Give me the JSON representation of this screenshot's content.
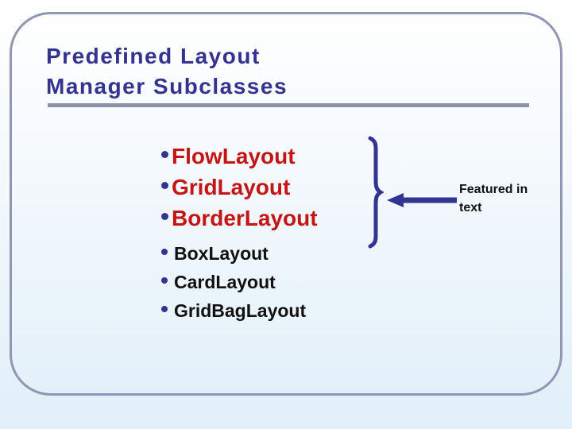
{
  "slide": {
    "title": {
      "line1": "Predefined Layout",
      "line2": "Manager Subclasses"
    },
    "featured_items": [
      {
        "label": "FlowLayout"
      },
      {
        "label": "GridLayout"
      },
      {
        "label": "BorderLayout"
      }
    ],
    "other_items": [
      {
        "label": "BoxLayout"
      },
      {
        "label": "CardLayout"
      },
      {
        "label": "GridBagLayout"
      }
    ],
    "callout": {
      "text": "Featured in text"
    },
    "colors": {
      "title_color": "#333391",
      "featured_color": "#c41414",
      "other_color": "#111111",
      "bullet_color": "#333391",
      "accent": "#333391",
      "border": "#9196b4",
      "rule": "#8a90aa",
      "bg_top": "#ffffff",
      "bg_bottom": "#e0eff9"
    }
  }
}
